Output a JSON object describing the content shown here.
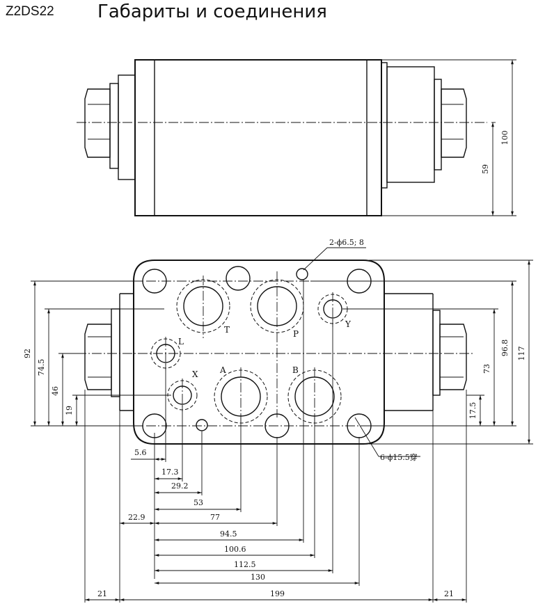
{
  "header": {
    "model": "Z2DS22",
    "title": "Габариты и соединения"
  },
  "top_view": {
    "dims": {
      "d100": "100",
      "d59": "59"
    }
  },
  "front_view": {
    "ports": {
      "T": "T",
      "P": "P",
      "Y": "Y",
      "L": "L",
      "X": "X",
      "A": "A",
      "B": "B"
    },
    "callouts": {
      "small_holes": "2-ϕ6.5; 8",
      "bolt_holes": "6-ϕ15.5穿"
    },
    "dims_left": {
      "d92": "92",
      "d74_5": "74.5",
      "d46": "46",
      "d19": "19"
    },
    "dims_right": {
      "d117": "117",
      "d96_8": "96.8",
      "d73": "73",
      "d17_5": "17.5"
    },
    "dims_bottom": {
      "d5_6": "5.6",
      "d17_3": "17.3",
      "d29_2": "29.2",
      "d53": "53",
      "d22_9": "22.9",
      "d77": "77",
      "d94_5": "94.5",
      "d100_6": "100.6",
      "d112_5": "112.5",
      "d130": "130",
      "d21_left": "21",
      "d199": "199",
      "d21_right": "21"
    }
  }
}
